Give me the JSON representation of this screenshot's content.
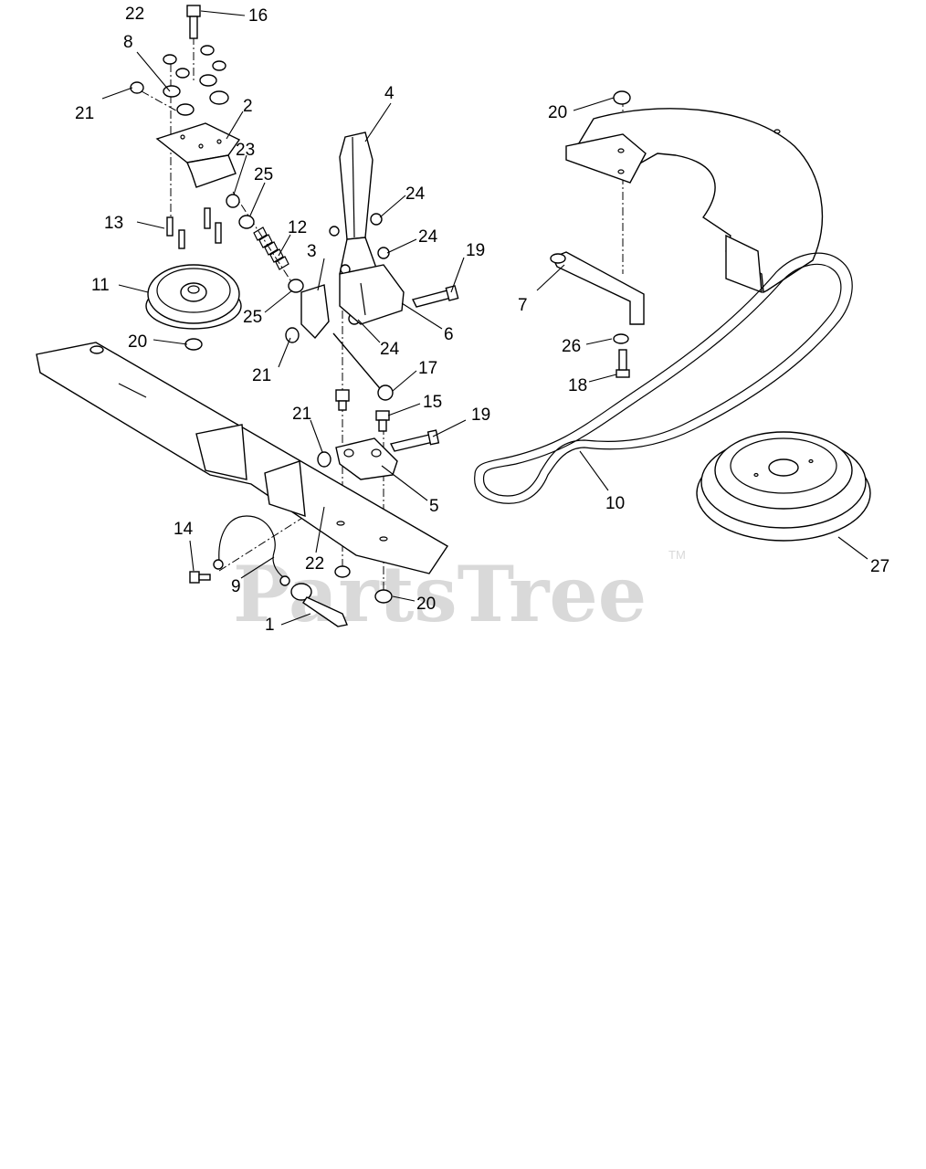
{
  "watermark": {
    "text": "PartsTree",
    "tm": "TM"
  },
  "callouts": {
    "c1": "1",
    "c2": "2",
    "c3": "3",
    "c4": "4",
    "c5": "5",
    "c6": "6",
    "c7": "7",
    "c8": "8",
    "c9": "9",
    "c10": "10",
    "c11": "11",
    "c12": "12",
    "c13": "13",
    "c14": "14",
    "c15": "15",
    "c16": "16",
    "c17": "17",
    "c18": "18",
    "c19a": "19",
    "c19b": "19",
    "c20a": "20",
    "c20b": "20",
    "c20c": "20",
    "c21a": "21",
    "c21b": "21",
    "c21c": "21",
    "c22a": "22",
    "c22b": "22",
    "c23": "23",
    "c24a": "24",
    "c24b": "24",
    "c24c": "24",
    "c25a": "25",
    "c25b": "25",
    "c26": "26",
    "c27": "27"
  }
}
